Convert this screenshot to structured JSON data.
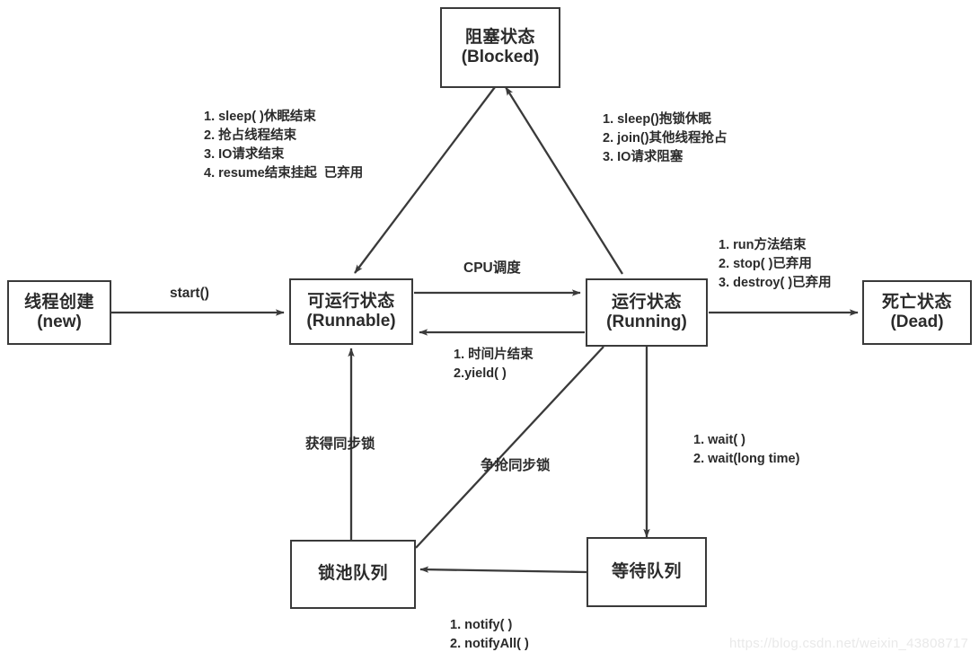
{
  "diagram": {
    "title": "Java thread state transition diagram",
    "stroke_color": "#3a3a3a",
    "text_color": "#2b2b2b",
    "background": "#ffffff",
    "nodes": [
      {
        "id": "blocked",
        "line1": "阻塞状态",
        "line2": "(Blocked)"
      },
      {
        "id": "new",
        "line1": "线程创建",
        "line2": "(new)"
      },
      {
        "id": "runnable",
        "line1": "可运行状态",
        "line2": "(Runnable)"
      },
      {
        "id": "running",
        "line1": "运行状态",
        "line2": "(Running)"
      },
      {
        "id": "dead",
        "line1": "死亡状态",
        "line2": "(Dead)"
      },
      {
        "id": "lockpool",
        "line1": "锁池队列",
        "line2": ""
      },
      {
        "id": "waitqueue",
        "line1": "等待队列",
        "line2": ""
      }
    ],
    "edge_labels": {
      "blocked_to_runnable": "1. sleep( )休眠结束\n2. 抢占线程结束\n3. IO请求结束\n4. resume结束挂起  已弃用",
      "running_to_blocked": "1. sleep()抱锁休眠\n2. join()其他线程抢占\n3. IO请求阻塞",
      "running_to_dead": "1. run方法结束\n2. stop( )已弃用\n3. destroy( )已弃用",
      "new_to_runnable": "start()",
      "runnable_to_running": "CPU调度",
      "running_to_runnable": "1. 时间片结束\n2.yield( )",
      "lockpool_to_runnable": "获得同步锁",
      "lockpool_to_running": "争抢同步锁",
      "running_to_waitqueue": "1. wait( )\n2. wait(long time)",
      "waitqueue_to_lockpool": "1. notify( )\n2. notifyAll( )"
    },
    "watermark": "https://blog.csdn.net/weixin_43808717"
  }
}
